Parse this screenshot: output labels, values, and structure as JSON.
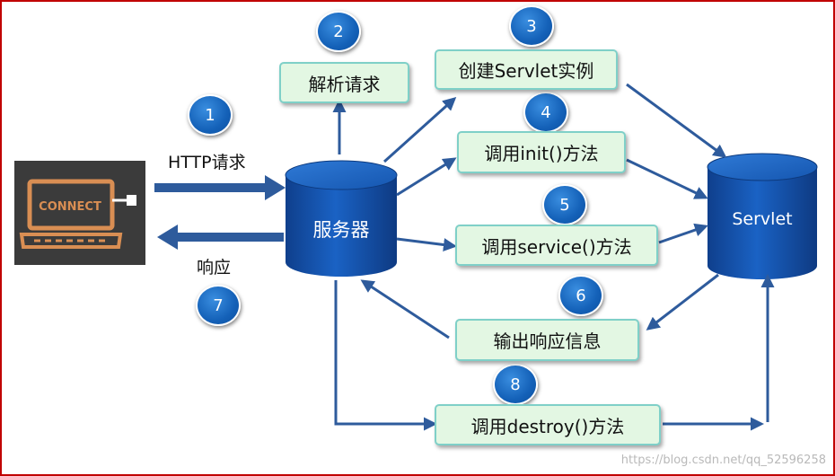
{
  "steps": [
    "1",
    "2",
    "3",
    "4",
    "5",
    "6",
    "7",
    "8"
  ],
  "labels": {
    "http_request": "HTTP请求",
    "response": "响应",
    "connect": "CONNECT"
  },
  "nodes": {
    "server": "服务器",
    "servlet": "Servlet"
  },
  "boxes": {
    "parse_request": "解析请求",
    "create_instance": "创建Servlet实例",
    "call_init": "调用init()方法",
    "call_service": "调用service()方法",
    "output_response": "输出响应信息",
    "call_destroy": "调用destroy()方法"
  },
  "watermark": "https://blog.csdn.net/qq_52596258",
  "colors": {
    "border": "#c00000",
    "arrow": "#2e5b9c",
    "box_fill": "#e3f7e3",
    "box_border": "#7fd0c8",
    "cylinder": "#1250a8",
    "badge": "#1461b8"
  },
  "icons": [
    "laptop-connect-icon"
  ]
}
